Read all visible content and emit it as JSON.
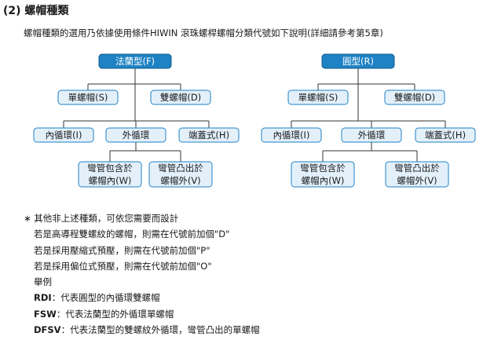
{
  "heading": "(2) 螺帽種類",
  "intro": "螺帽種類的選用乃依據使用條件HIWIN 滾珠螺桿螺帽分類代號如下說明(詳細請參考第5章)",
  "trees": [
    {
      "root": "法蘭型(F)",
      "nut_single": "單螺帽(S)",
      "nut_double": "雙螺帽(D)",
      "circ_internal": "內循環(I)",
      "circ_external": "外循環",
      "circ_endcap": "端蓋式(H)",
      "tube_inside": [
        "彎管包含於",
        "螺帽內(W)"
      ],
      "tube_outside": [
        "彎管凸出於",
        "螺帽外(V)"
      ]
    },
    {
      "root": "圓型(R)",
      "nut_single": "單螺帽(S)",
      "nut_double": "雙螺帽(D)",
      "circ_internal": "內循環(I)",
      "circ_external": "外循環",
      "circ_endcap": "端蓋式(H)",
      "tube_inside": [
        "彎管包含於",
        "螺帽內(W)"
      ],
      "tube_outside": [
        "彎管凸出於",
        "螺帽外(V)"
      ]
    }
  ],
  "notes": {
    "star": "∗",
    "title": "其他非上述種類，可依您需要而設計",
    "rules": [
      "若是高導程雙螺紋的螺帽，則需在代號前加個\"D\"",
      "若是採用壓縮式預壓，則需在代號前加個\"P\"",
      "若是採用偏位式預壓，則需在代號前加個\"O\""
    ],
    "example_label": "舉例",
    "examples": [
      {
        "code": "RDI",
        "sep": "：",
        "desc": "代表圓型的內循環雙螺帽"
      },
      {
        "code": "FSW",
        "sep": "：",
        "desc": "代表法蘭型的外循環單螺帽"
      },
      {
        "code": "DFSV",
        "sep": "：",
        "desc": "代表法蘭型的雙螺紋外循環，彎管凸出的單螺帽"
      }
    ]
  },
  "colors": {
    "root_fill": "#1f82c4",
    "root_border": "#0d5a8c",
    "node_fill": "#e3f0fa",
    "node_border": "#1f82c4",
    "line": "#333333"
  }
}
